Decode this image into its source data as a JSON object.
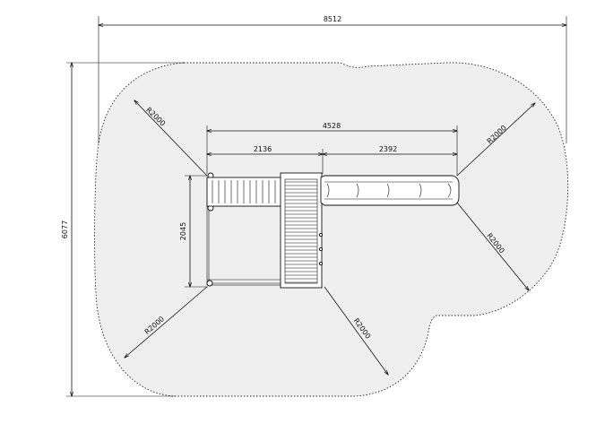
{
  "drawing": {
    "dimensions": {
      "overall_width": "8512",
      "overall_height": "6077",
      "structure_width": "4528",
      "left_section": "2136",
      "right_section": "2392",
      "platform_depth": "2045"
    },
    "radius_labels": {
      "top_left": "R2000",
      "top_right": "R2000",
      "right_lower": "R2000",
      "bottom_left": "R2000",
      "bottom_center": "R2000"
    }
  }
}
